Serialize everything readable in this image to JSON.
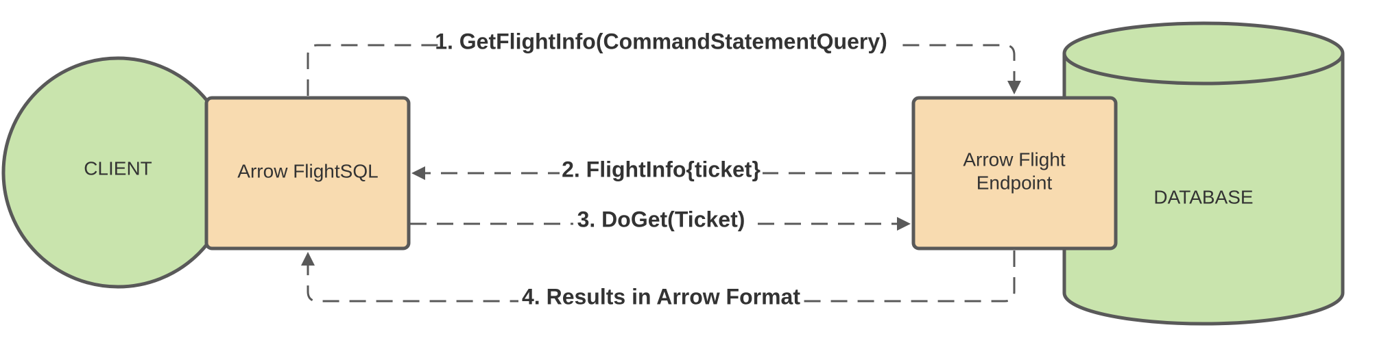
{
  "colors": {
    "green_fill": "#c9e4ad",
    "orange_fill": "#f8dbb0",
    "stroke": "#595959",
    "text": "#333333",
    "background": "#ffffff"
  },
  "nodes": {
    "client": {
      "label": "CLIENT"
    },
    "flightsql": {
      "label": "Arrow FlightSQL"
    },
    "endpoint": {
      "label_line1": "Arrow Flight",
      "label_line2": "Endpoint"
    },
    "database": {
      "label": "DATABASE"
    }
  },
  "edges": [
    {
      "label": "1. GetFlightInfo(CommandStatementQuery)"
    },
    {
      "label": "2. FlightInfo{ticket}"
    },
    {
      "label": "3. DoGet(Ticket)"
    },
    {
      "label": "4. Results in Arrow Format"
    }
  ]
}
